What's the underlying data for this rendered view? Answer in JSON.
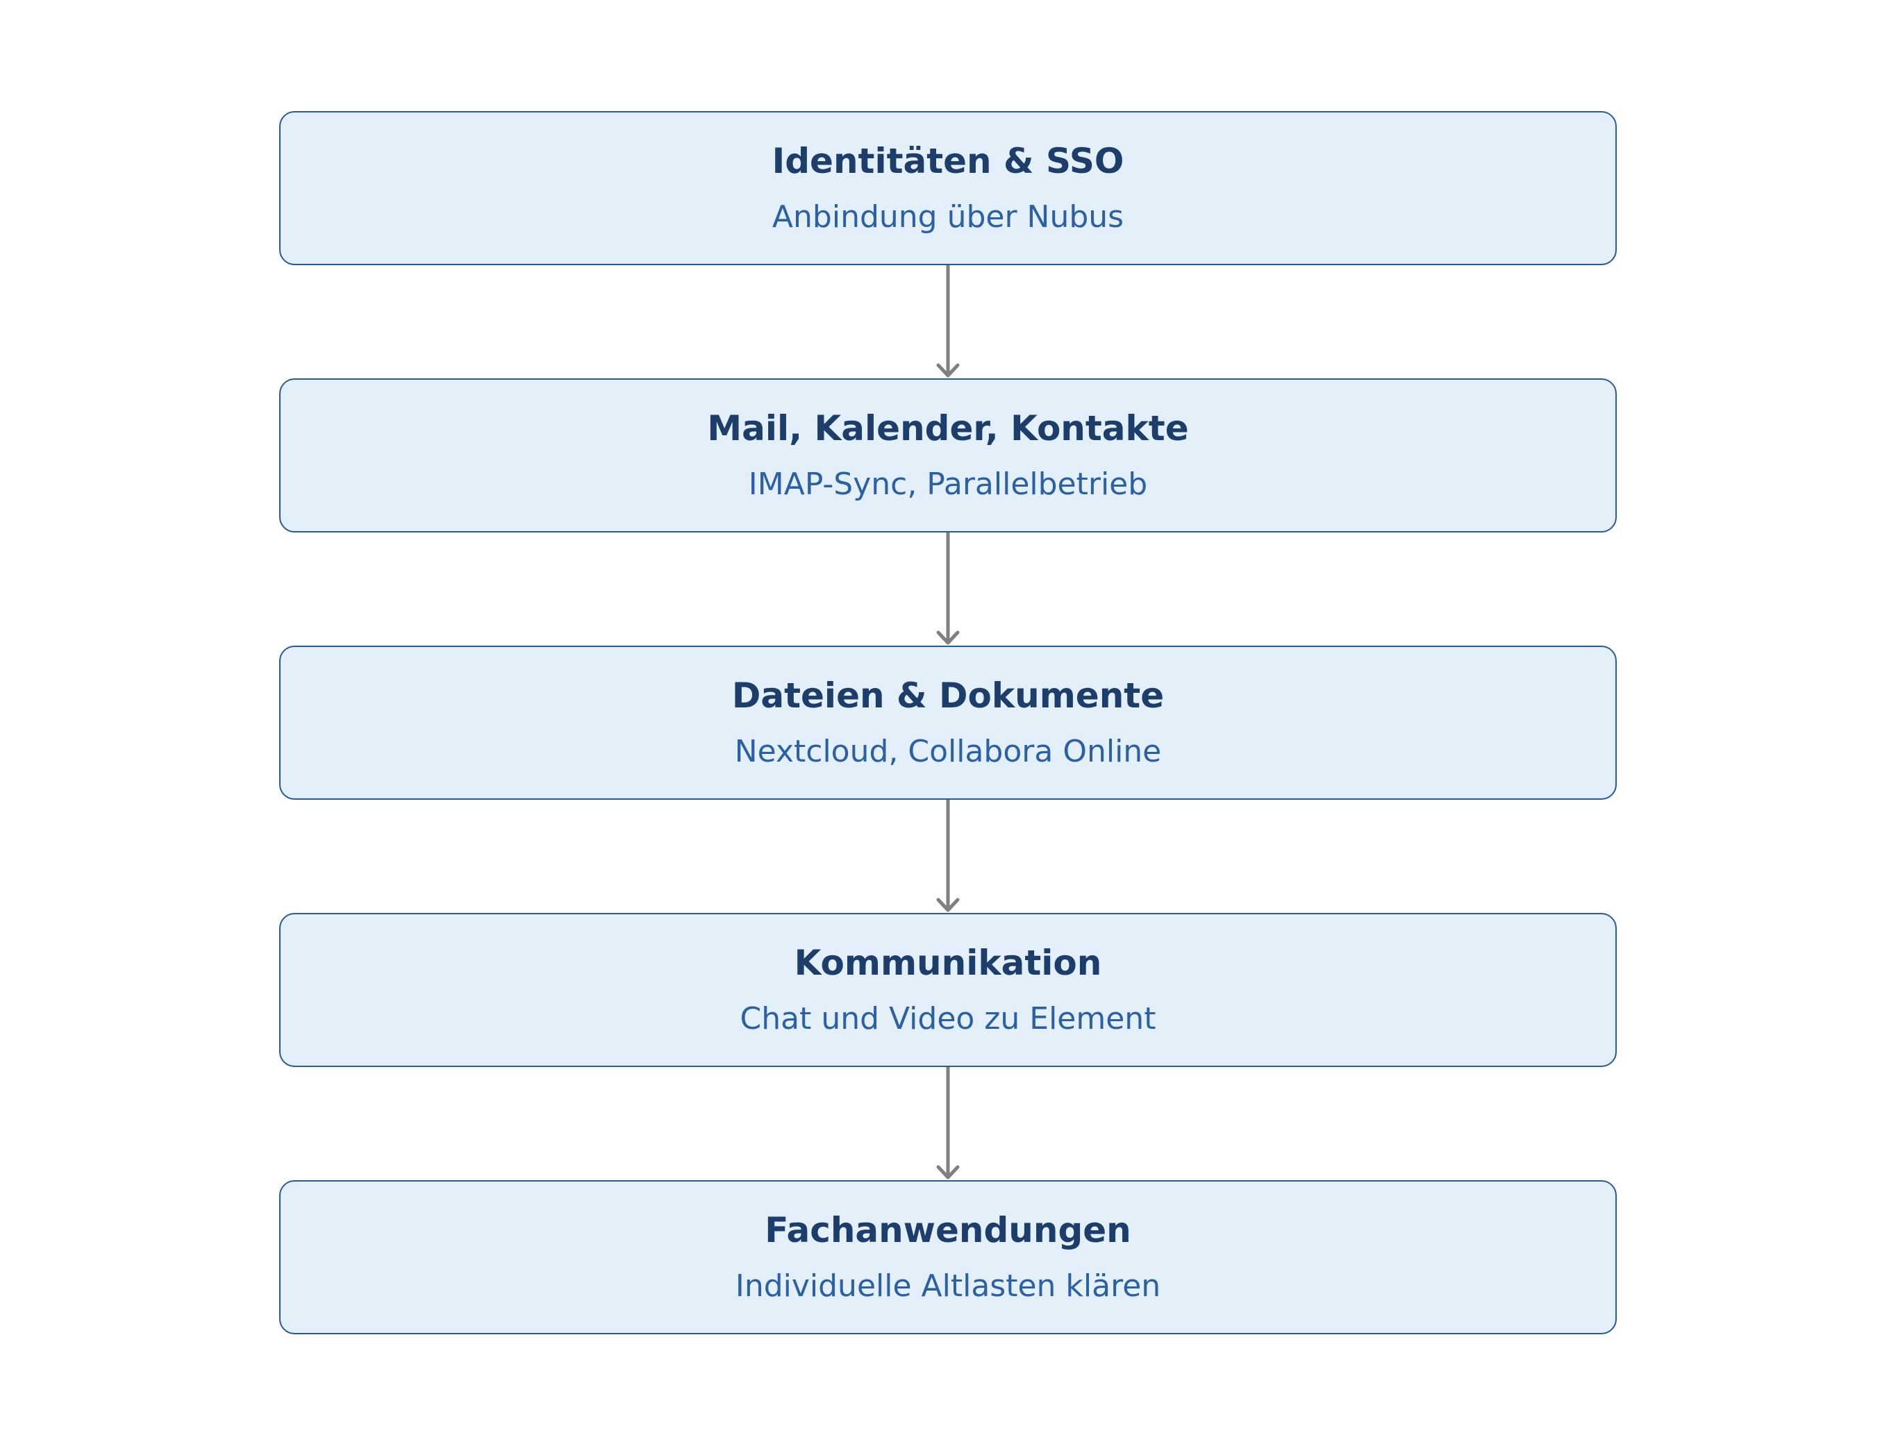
{
  "steps": [
    {
      "title": "Identitäten & SSO",
      "subtitle": "Anbindung über Nubus"
    },
    {
      "title": "Mail, Kalender, Kontakte",
      "subtitle": "IMAP-Sync, Parallelbetrieb"
    },
    {
      "title": "Dateien & Dokumente",
      "subtitle": "Nextcloud, Collabora Online"
    },
    {
      "title": "Kommunikation",
      "subtitle": "Chat und Video zu Element"
    },
    {
      "title": "Fachanwendungen",
      "subtitle": "Individuelle Altlasten klären"
    }
  ],
  "colors": {
    "box_fill": "#e3eff9",
    "box_border": "#2a5a98",
    "title_text": "#1d3e6b",
    "subtitle_text": "#2c60a4",
    "arrow": "#808080"
  }
}
